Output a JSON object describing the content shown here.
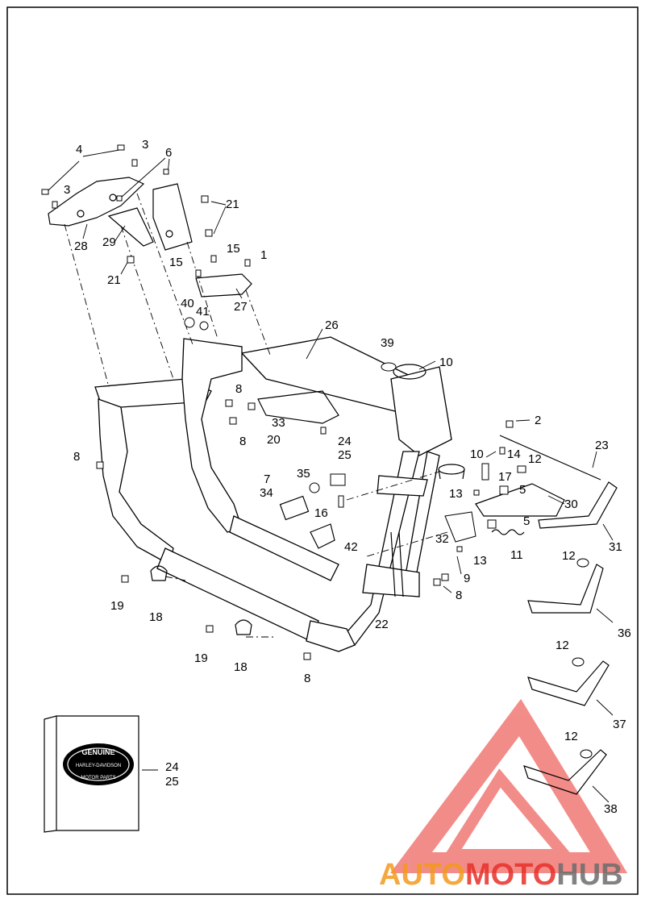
{
  "diagram": {
    "callouts": [
      "1",
      "2",
      "3",
      "3",
      "4",
      "5",
      "5",
      "6",
      "7",
      "8",
      "8",
      "8",
      "8",
      "8",
      "9",
      "10",
      "10",
      "11",
      "12",
      "12",
      "12",
      "12",
      "13",
      "13",
      "14",
      "15",
      "15",
      "16",
      "17",
      "18",
      "18",
      "19",
      "19",
      "20",
      "21",
      "21",
      "22",
      "23",
      "24",
      "25",
      "26",
      "27",
      "28",
      "29",
      "30",
      "31",
      "32",
      "33",
      "34",
      "35",
      "36",
      "37",
      "38",
      "39",
      "40",
      "41",
      "42"
    ],
    "callout_pairs": {
      "a": "24",
      "b": "25",
      "c": "24",
      "d": "25"
    }
  },
  "logo_box": {
    "genuine": "GENUINE",
    "brand": "HARLEY-DAVIDSON",
    "motor_parts": "MOTOR PARTS"
  },
  "watermark": {
    "part1": "AUTO",
    "part2": "MOTO",
    "part3": "HUB",
    "color_red": "#e8302a",
    "color_orange": "#f39a1e",
    "color_gray": "#6d6d6d"
  }
}
